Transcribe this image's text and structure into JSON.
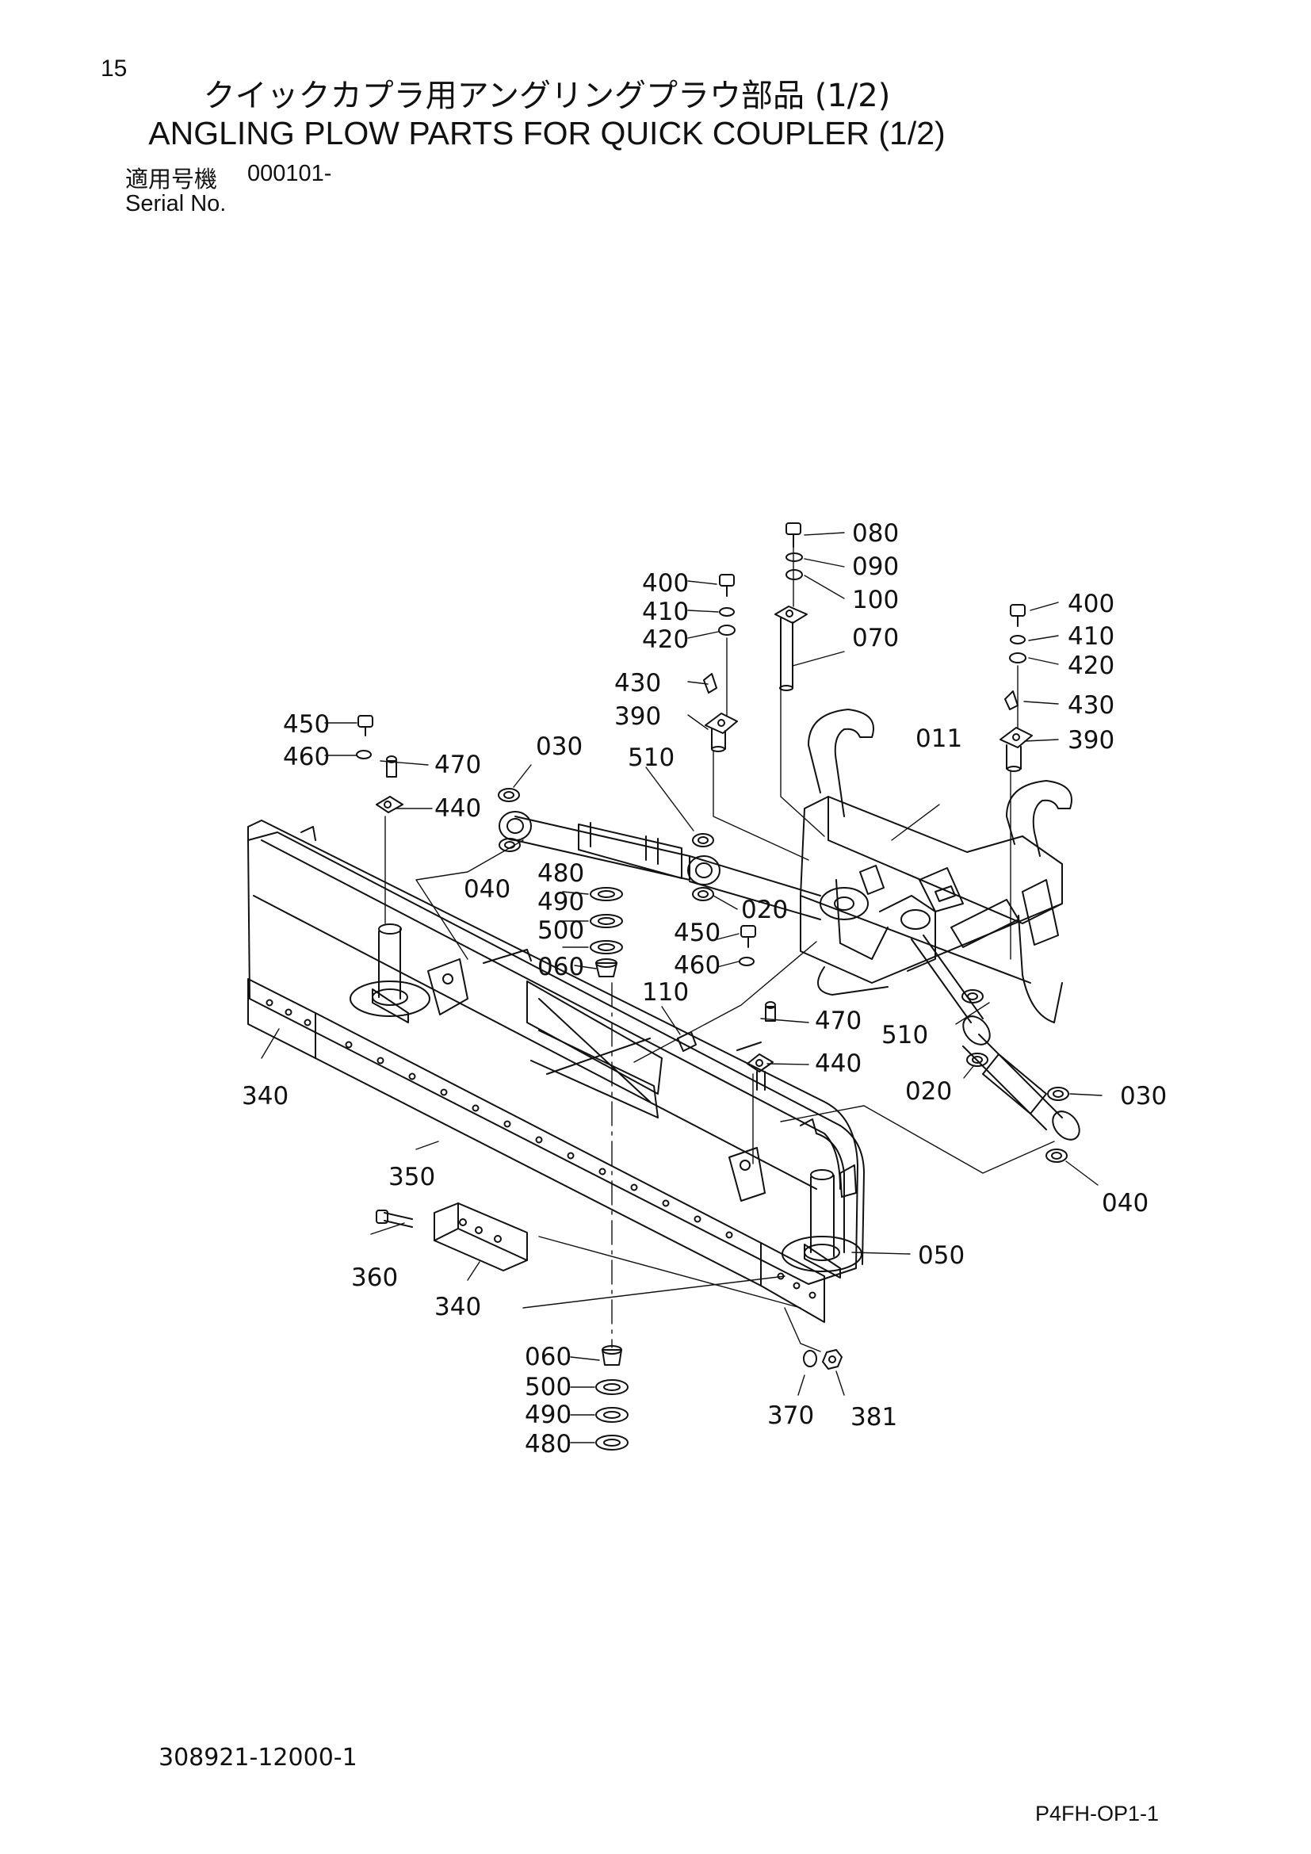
{
  "page_number": "15",
  "title_jp": "クイックカプラ用アングリングプラウ部品 (1/2)",
  "title_en": "ANGLING PLOW PARTS FOR QUICK COUPLER (1/2)",
  "serial_label_jp": "適用号機",
  "serial_value": "000101-",
  "serial_label_en": "Serial No.",
  "drawing_number": "308921-12000-1",
  "page_code": "P4FH-OP1-1",
  "callouts": {
    "c080": "080",
    "c090": "090",
    "c100": "100",
    "c070": "070",
    "c400_l": "400",
    "c410_l": "410",
    "c420_l": "420",
    "c430_l": "430",
    "c390_l": "390",
    "c400_r": "400",
    "c410_r": "410",
    "c420_r": "420",
    "c430_r": "430",
    "c390_r": "390",
    "c011": "011",
    "c450_l": "450",
    "c460_l": "460",
    "c470_l": "470",
    "c440_l": "440",
    "c030_l": "030",
    "c510_l": "510",
    "c040_l": "040",
    "c480_u": "480",
    "c490_u": "490",
    "c500_u": "500",
    "c060_u": "060",
    "c020_l": "020",
    "c450_m": "450",
    "c460_m": "460",
    "c110": "110",
    "c470_m": "470",
    "c440_m": "440",
    "c510_r": "510",
    "c020_r": "020",
    "c030_r": "030",
    "c040_r": "040",
    "c340_l": "340",
    "c350": "350",
    "c360": "360",
    "c340_b": "340",
    "c050": "050",
    "c060_b": "060",
    "c500_b": "500",
    "c490_b": "490",
    "c480_b": "480",
    "c370": "370",
    "c381": "381"
  }
}
